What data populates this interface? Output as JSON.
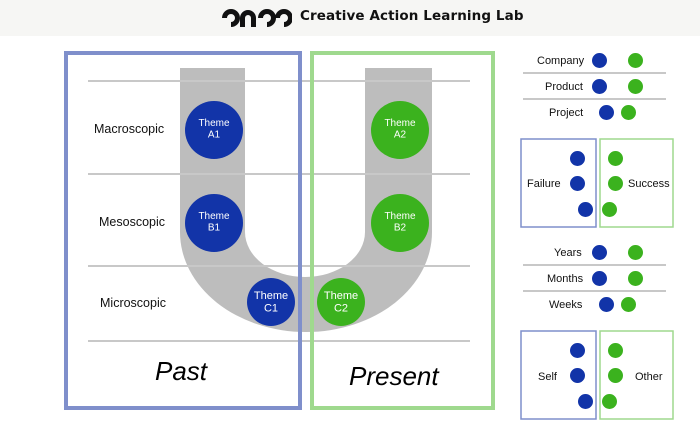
{
  "header": {
    "brand": "Creative Action Learning Lab",
    "logo_text": "CALL"
  },
  "colors": {
    "blue": "#1234a8",
    "green": "#3bb21e",
    "past_frame": "#7f8fcb",
    "present_frame": "#9fd98e",
    "u_shape": "#bdbdbd"
  },
  "levels": {
    "macro": "Macroscopic",
    "meso": "Mesoscopic",
    "micro": "Microscopic"
  },
  "themes": {
    "a1": "Theme\nA1",
    "a2": "Theme\nA2",
    "b1": "Theme\nB1",
    "b2": "Theme\nB2",
    "c1": "Theme\nC1",
    "c2": "Theme\nC2"
  },
  "columns": {
    "past": "Past",
    "present": "Present"
  },
  "scope": [
    "Company",
    "Product",
    "Project"
  ],
  "outcome": {
    "left": "Failure",
    "right": "Success"
  },
  "time": [
    "Years",
    "Months",
    "Weeks"
  ],
  "perspective": {
    "left": "Self",
    "right": "Other"
  }
}
